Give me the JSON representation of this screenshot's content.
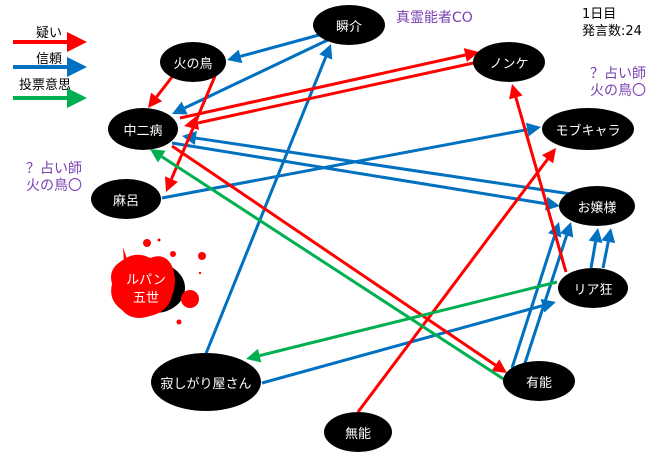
{
  "legend": [
    {
      "label": "疑い",
      "type": "suspect"
    },
    {
      "label": "信頼",
      "type": "trust"
    },
    {
      "label": "投票意思",
      "type": "vote"
    }
  ],
  "colors": {
    "suspect": "#ff0000",
    "trust": "#0070c0",
    "vote": "#00b050",
    "note": "#7a3fb0"
  },
  "day": {
    "line1": "1日目",
    "line2": "発言数:24"
  },
  "notes": {
    "medium_co": "真霊能者CO",
    "seer_right": {
      "line1": "？占い師",
      "line2": "火の鳥〇"
    },
    "seer_left": {
      "line1": "？占い師",
      "line2": "火の鳥〇"
    }
  },
  "nodes": {
    "shunsuke": "瞬介",
    "hinotori": "火の鳥",
    "nonke": "ノンケ",
    "chunibyo": "中二病",
    "mobchara": "モブキャラ",
    "maro": "麻呂",
    "ojousama": "お嬢様",
    "lupin": {
      "line1": "ルパン",
      "line2": "五世",
      "status": "dead"
    },
    "riakyo": "リア狂",
    "sabishigari": "寂しがり屋さん",
    "yuunou": "有能",
    "munou": "無能"
  },
  "edges": [
    {
      "from": "shunsuke",
      "to": "hinotori",
      "type": "trust"
    },
    {
      "from": "shunsuke",
      "to": "chunibyo",
      "type": "trust"
    },
    {
      "from": "sabishigari",
      "to": "shunsuke",
      "type": "trust"
    },
    {
      "from": "maro",
      "to": "mobchara",
      "type": "trust"
    },
    {
      "from": "ojousama",
      "to": "chunibyo",
      "type": "trust"
    },
    {
      "from": "chunibyo",
      "to": "ojousama",
      "type": "trust"
    },
    {
      "from": "yuunou",
      "to": "ojousama",
      "type": "trust"
    },
    {
      "from": "yuunou",
      "to": "ojousama",
      "type": "trust"
    },
    {
      "from": "riakyo",
      "to": "ojousama",
      "type": "trust"
    },
    {
      "from": "riakyo",
      "to": "ojousama",
      "type": "trust"
    },
    {
      "from": "sabishigari",
      "to": "riakyo",
      "type": "trust"
    },
    {
      "from": "hinotori",
      "to": "chunibyo",
      "type": "suspect"
    },
    {
      "from": "hinotori",
      "to": "maro",
      "type": "suspect"
    },
    {
      "from": "chunibyo",
      "to": "nonke",
      "type": "suspect"
    },
    {
      "from": "nonke",
      "to": "chunibyo",
      "type": "suspect"
    },
    {
      "from": "riakyo",
      "to": "nonke",
      "type": "suspect"
    },
    {
      "from": "munou",
      "to": "mobchara",
      "type": "suspect"
    },
    {
      "from": "chunibyo",
      "to": "yuunou",
      "type": "suspect"
    },
    {
      "from": "yuunou",
      "to": "chunibyo",
      "type": "vote"
    },
    {
      "from": "riakyo",
      "to": "sabishigari",
      "type": "vote"
    }
  ]
}
